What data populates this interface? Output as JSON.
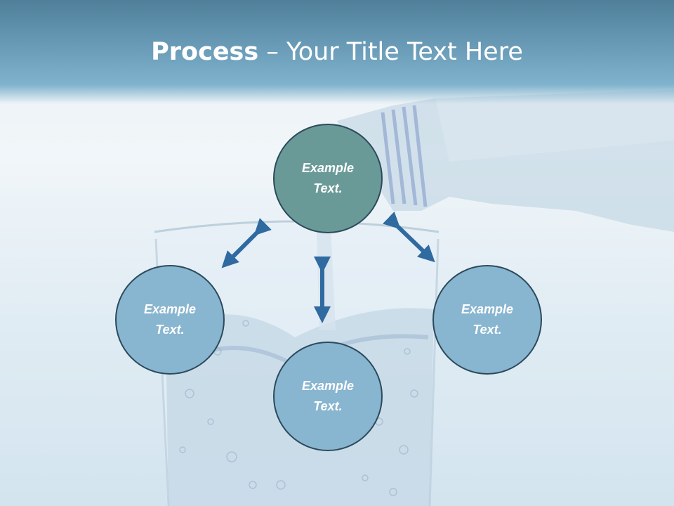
{
  "slide": {
    "title_bold": "Process",
    "title_rest": " – Your Title Text Here"
  },
  "nodes": {
    "top": {
      "line1": "Example",
      "line2": "Text."
    },
    "left": {
      "line1": "Example",
      "line2": "Text."
    },
    "bottom": {
      "line1": "Example",
      "line2": "Text."
    },
    "right": {
      "line1": "Example",
      "line2": "Text."
    }
  },
  "colors": {
    "header": "#6b9db9",
    "top_circle": "#6a9a98",
    "side_circle": "#88b5cf",
    "circle_border": "#2b4a5c",
    "arrow": "#2f6aa0"
  }
}
